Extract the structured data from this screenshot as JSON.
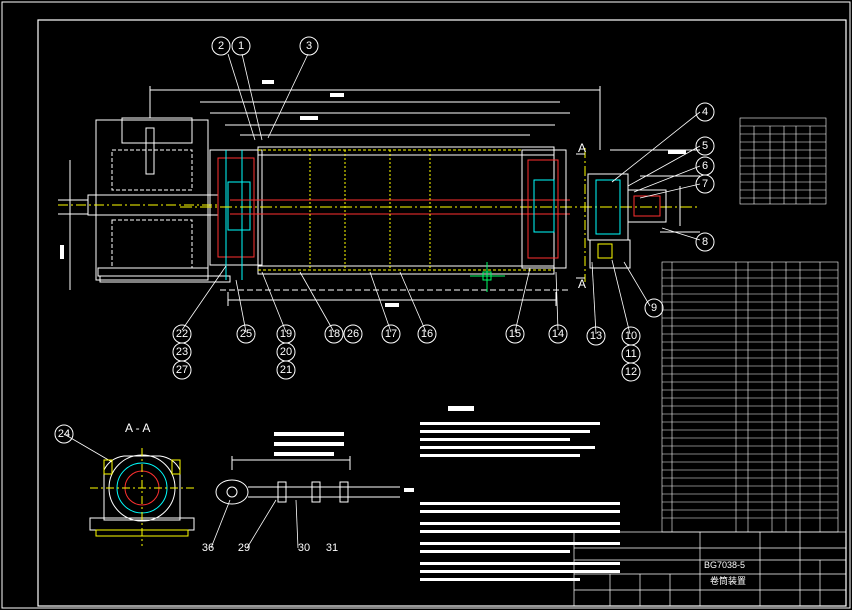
{
  "drawing": {
    "section_label": "A - A",
    "section_marker_top": "A",
    "section_marker_bottom": "A",
    "drawing_number": "BG7038-5",
    "drawing_title": "卷筒装置"
  },
  "balloons": [
    "1",
    "2",
    "3",
    "4",
    "5",
    "6",
    "7",
    "8",
    "9",
    "10",
    "11",
    "12",
    "13",
    "14",
    "15",
    "16",
    "17",
    "18",
    "19",
    "20",
    "21",
    "22",
    "23",
    "24",
    "25",
    "26",
    "27",
    "29",
    "30",
    "31",
    "36"
  ],
  "colors": {
    "background": "#000000",
    "line": "#ffffff",
    "yellow": "#ffff00",
    "cyan": "#00ffff",
    "red": "#ff3030",
    "green": "#00ff66"
  }
}
